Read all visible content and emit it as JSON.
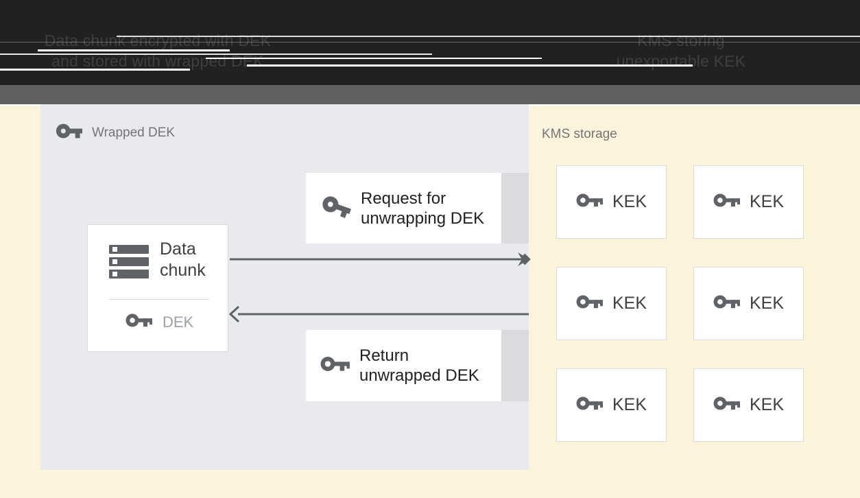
{
  "header": {
    "left_caption": {
      "line1": "Data chunk encrypted with DEK",
      "line2": "and stored with wrapped DEK"
    },
    "right_caption": {
      "line1": "KMS storing",
      "line2": "unexportable KEK"
    }
  },
  "diagram": {
    "wrapped_dek_panel": {
      "label": "Wrapped DEK",
      "data_chunk_box": {
        "title_line1": "Data",
        "title_line2": "chunk",
        "key_label": "DEK"
      },
      "request_box": {
        "line1": "Request for",
        "line2": "unwrapping DEK"
      },
      "return_box": {
        "line1": "Return",
        "line2": "unwrapped DEK"
      }
    },
    "kms_panel": {
      "label": "KMS storage",
      "kek_boxes": [
        "KEK",
        "KEK",
        "KEK",
        "KEK",
        "KEK",
        "KEK"
      ]
    }
  },
  "icons": {
    "panel_key": "vpn-key-icon",
    "request_key": "vpn-key-icon",
    "plain_key": "key-icon",
    "data_chunk": "storage-stack-icon"
  },
  "colors": {
    "header_bg": "#212121",
    "header_band": "#616161",
    "canvas_bg": "#FBF3DC",
    "panel_bg": "#E8EAED",
    "box_border": "#DADCE0",
    "icon_gray": "#5F6368",
    "muted_label": "#757575",
    "dek_text": "#9AA0A6",
    "dark_text": "#212121",
    "strip_gray": "#D9DBDE"
  }
}
